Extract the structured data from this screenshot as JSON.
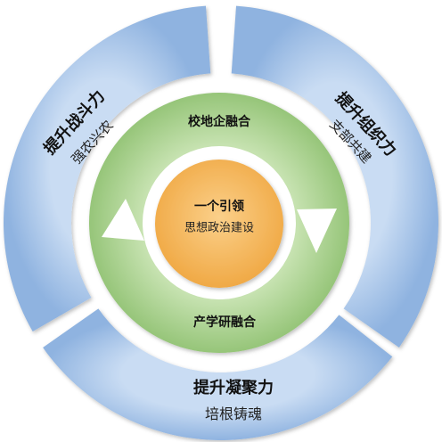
{
  "segments": [
    {
      "id": "top-left",
      "title": "提升战斗力",
      "subtitle": "强农兴农"
    },
    {
      "id": "top-right",
      "title": "提升组织力",
      "subtitle": "支部共建"
    },
    {
      "id": "bottom",
      "title": "提升凝聚力",
      "subtitle": "培根铸魂"
    }
  ],
  "ring": {
    "top": "校地企融合",
    "bottom": "产学研融合"
  },
  "center": {
    "title": "一个引领",
    "subtitle": "思想政治建设"
  },
  "colors": {
    "outer_ring": "#9fc0e7",
    "inner_ring": "#a9d08e",
    "center": "#f4b55a",
    "arrow": "#ffffff"
  }
}
